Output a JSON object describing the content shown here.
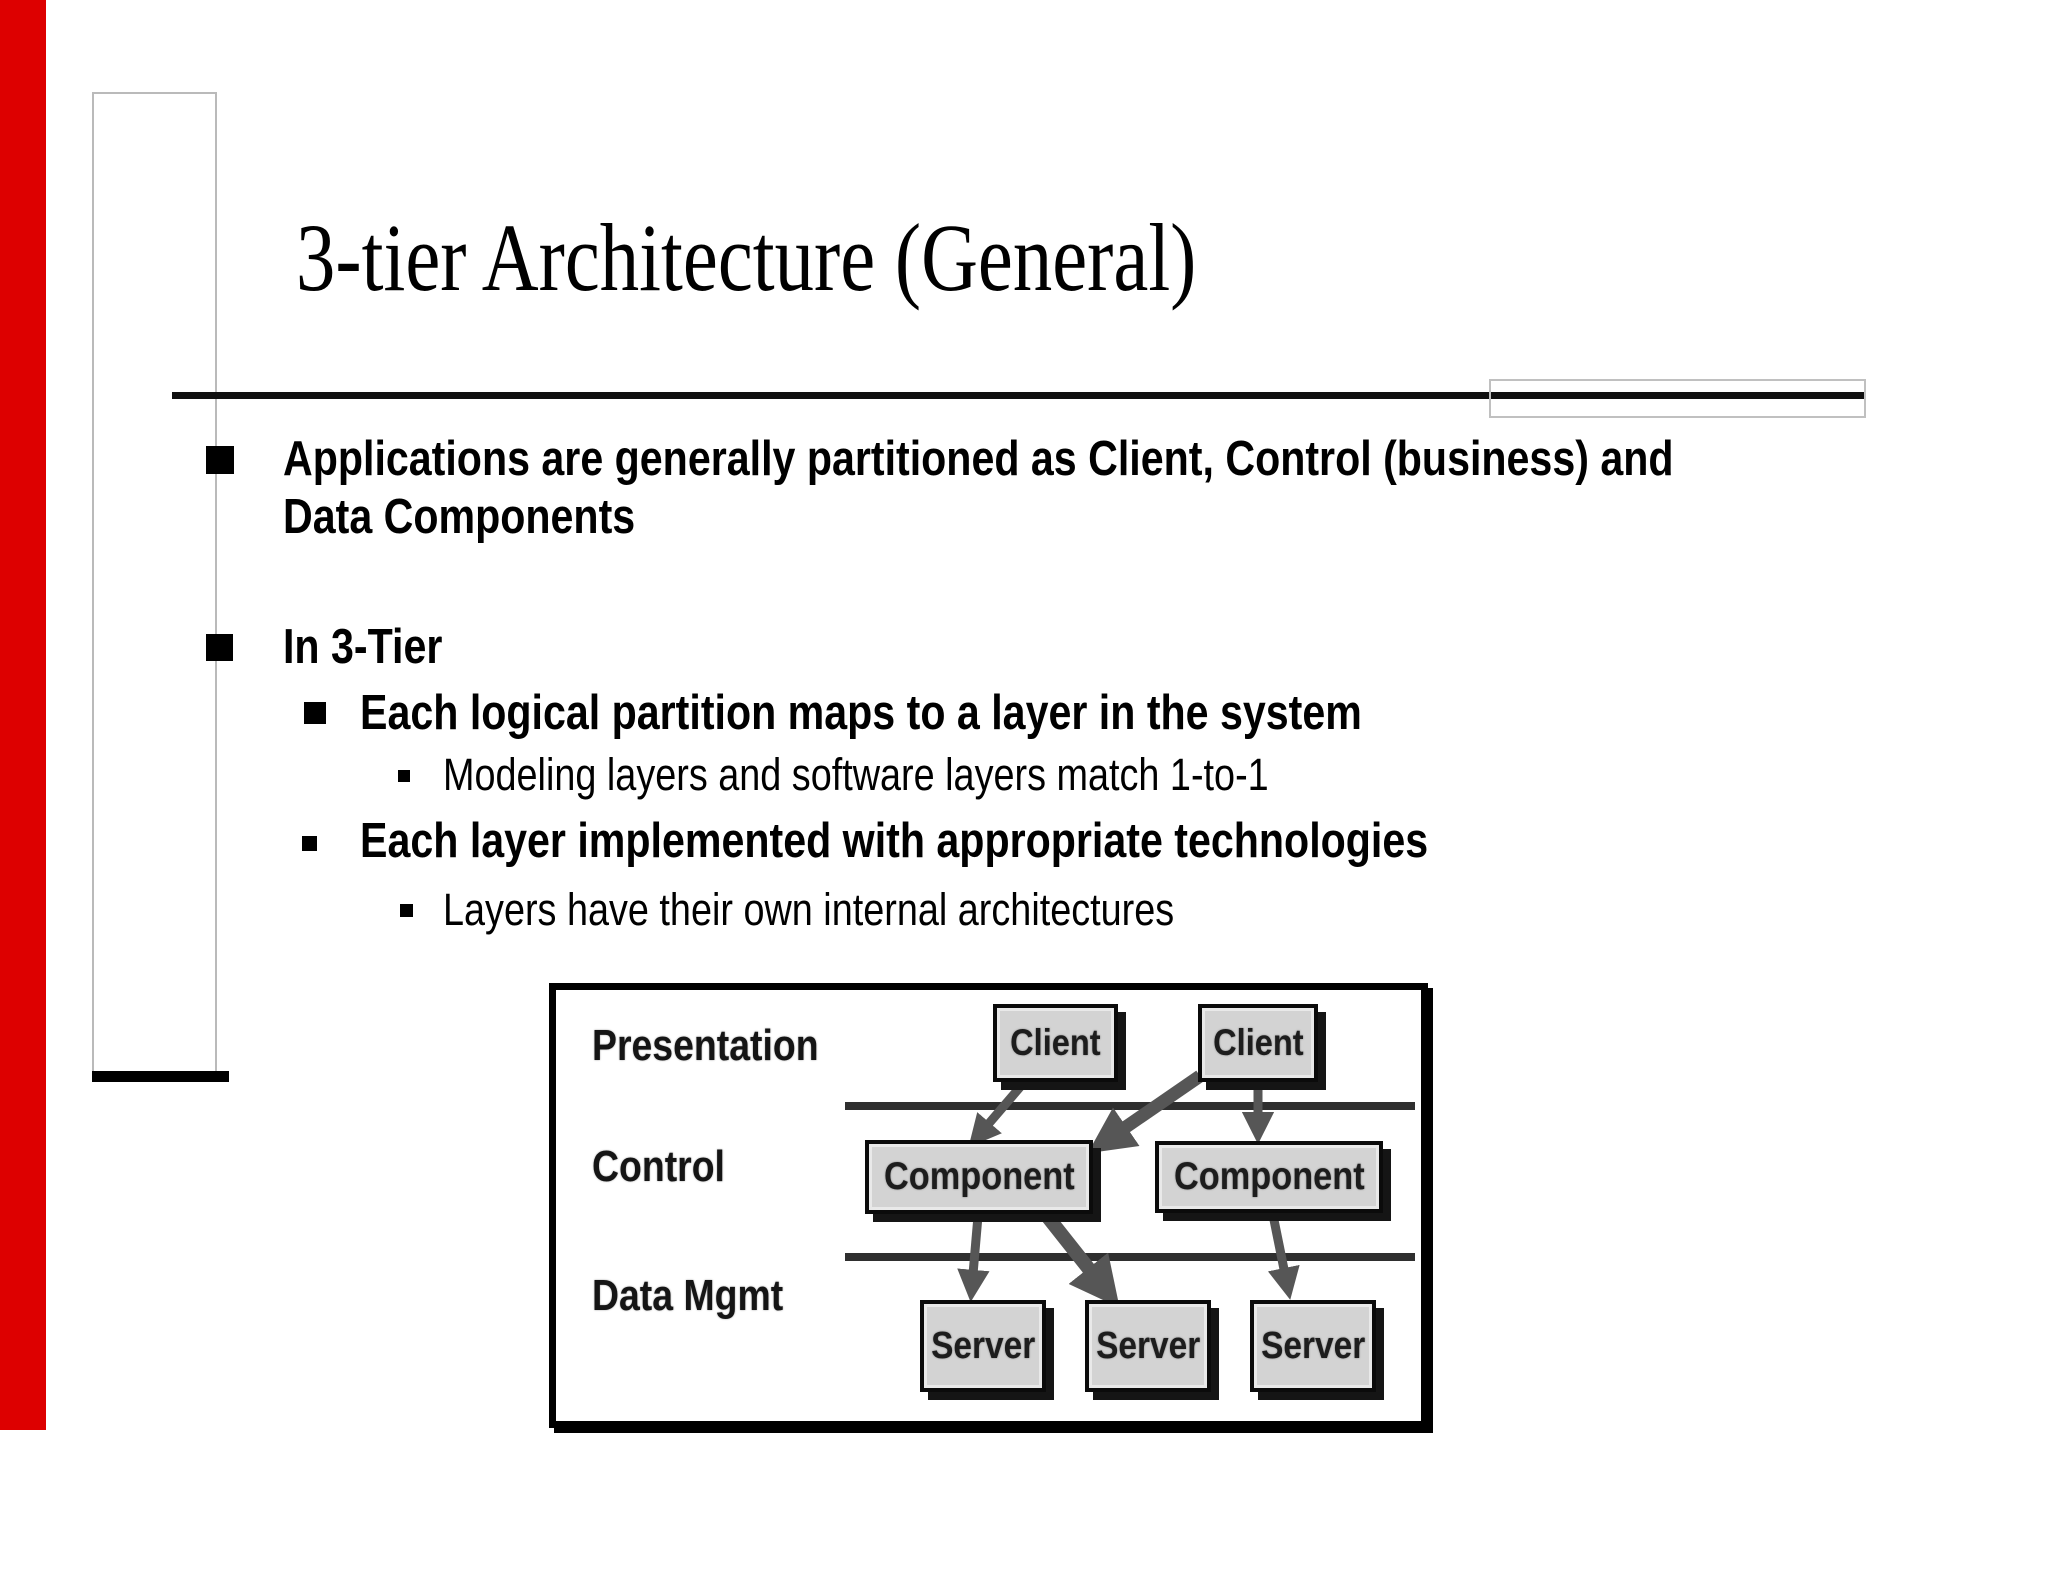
{
  "slide_title": "3-tier Architecture (General)",
  "bullets": {
    "b1_line1": "Applications are generally partitioned as Client, Control (business) and",
    "b1_line2": "Data Components",
    "b2": "In 3-Tier",
    "b3": "Each logical partition maps to a layer in the system",
    "b4": "Modeling layers and software layers match 1-to-1",
    "b5": "Each layer implemented with appropriate technologies",
    "b6": "Layers have their own internal architectures"
  },
  "diagram": {
    "row_labels": [
      "Presentation",
      "Control",
      "Data Mgmt"
    ],
    "boxes": {
      "client1": "Client",
      "client2": "Client",
      "component1": "Component",
      "component2": "Component",
      "server1": "Server",
      "server2": "Server",
      "server3": "Server"
    }
  },
  "colors": {
    "accent_bar": "#dd0000",
    "box_fill": "#d3d3d3",
    "arrow": "#565656",
    "separator": "#2f2f2f"
  }
}
